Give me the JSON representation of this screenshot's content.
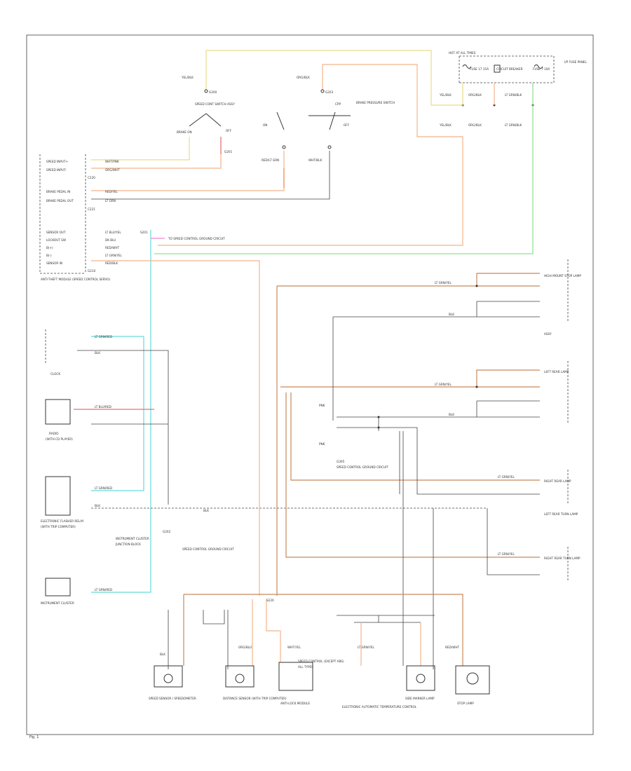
{
  "page": {
    "footer": "Fig. 1"
  },
  "colors": {
    "yellow": "#e8dd88",
    "orange": "#f2b48a",
    "tan": "#c8895a",
    "red": "#e8707a",
    "green": "#8ee08e",
    "cyan": "#66dada",
    "pink": "#ee88cc",
    "gray": "#555555",
    "black": "#333333"
  },
  "fuse_panel": {
    "title": "HOT AT ALL TIMES",
    "fuse_a": "FUSE 17 15A",
    "fuse_b": "FUSE 7 10A",
    "note": "CIRCUIT BREAKER",
    "side_label": "I/P FUSE PANEL",
    "w1": "YEL/BLK",
    "w2": "ORG/BLK",
    "w3": "LT GRN/BLK",
    "w4": "YEL/BLK",
    "w5": "ORG/BLK",
    "w6": "LT GRN/BLK"
  },
  "switches": {
    "speed_cont": "SPEED CONT SWITCH ASSY",
    "brake_on": "BRAKE ON",
    "off": "OFF",
    "on": "ON",
    "cpp": "CPP",
    "brake_pressure": "BRAKE PRESSURE SWITCH",
    "wire_top1": "YEL/BLK",
    "wire_top2": "ORG/BLK",
    "gnd1": "G200",
    "gnd2": "G203",
    "gnd3": "G201",
    "red_gnd": "RED/LT GRN",
    "wht_gnd": "WHT/BLK"
  },
  "module": {
    "rows": [
      "SPEED INPUT+",
      "SPEED INPUT-",
      "BRAKE PEDAL IN",
      "BRAKE PEDAL OUT",
      "SENSOR OUT",
      "LOCKOUT SW",
      "B(+)",
      "B(-)",
      "SENSOR IN"
    ],
    "row_wires": [
      "WHT/PNK",
      "ORG/WHT",
      "RED/YEL",
      "LT GRN",
      "LT BLU/YEL",
      "DK BLU",
      "RED/WHT",
      "LT GRN/YEL",
      "RED/BLK"
    ],
    "labels": [
      "C220",
      "C221",
      "S201",
      "G210"
    ],
    "name": "ANTI-THEFT MODULE (SPEED CONTROL SERVO)",
    "note": "TO SPEED CONTROL GROUND CIRCUIT"
  },
  "left_components": {
    "clock": "CLOCK",
    "radio": "RADIO",
    "radio_sub": "(WITH CD PLAYER)",
    "electronic": "ELECTRONIC FLASHER RELAY",
    "electronic_sub": "(WITH TRIP COMPUTER)",
    "instrument": "INSTRUMENT CLUSTER",
    "junction": "JUNCTION BLOCK",
    "ground_label": "G202",
    "w_clock1": "LT GRN/RED",
    "w_clock2": "BLK",
    "w_radio": "LT BLU/RED",
    "w_elec1": "LT GRN/RED",
    "w_elec2": "BLK",
    "w_inst": "LT GRN/RED",
    "gnd_note": "SPEED CONTROL GROUND CIRCUIT",
    "gnd_blk": "BLK"
  },
  "right_lamps": {
    "lamp1": "HIGH MOUNT STOP LAMP",
    "lamp2": "LEFT REAR LAMP",
    "lamp3": "RIGHT REAR LAMP",
    "lamp4": "LEFT REAR TURN LAMP",
    "lamp5": "RIGHT REAR TURN LAMP",
    "tag": "ASSY",
    "wire": "LT GRN/YEL",
    "blk": "BLK",
    "pnk": "PNK",
    "note": "SPEED CONTROL GROUND CIRCUIT",
    "gnd": "G305"
  },
  "bottom": {
    "c1": "SPEED SENSOR / SPEEDOMETER",
    "c2": "DISTANCE SENSOR (WITH TRIP COMPUTER)",
    "c3": "ANTI-LOCK MODULE",
    "c4": "ELECTRONIC AUTOMATIC TEMPERATURE CONTROL",
    "c5": "SIDE MARKER LAMP",
    "c6": "STOP LAMP",
    "top_note": "SPEED CONTROL (EXCEPT ABS)",
    "sub_note": "ALL TYPES",
    "w1": "BLK",
    "w2": "ORG/BLU",
    "w3": "WHT/YEL",
    "w4": "LT GRN/YEL",
    "w5": "RED/WHT",
    "splice": "S220"
  }
}
